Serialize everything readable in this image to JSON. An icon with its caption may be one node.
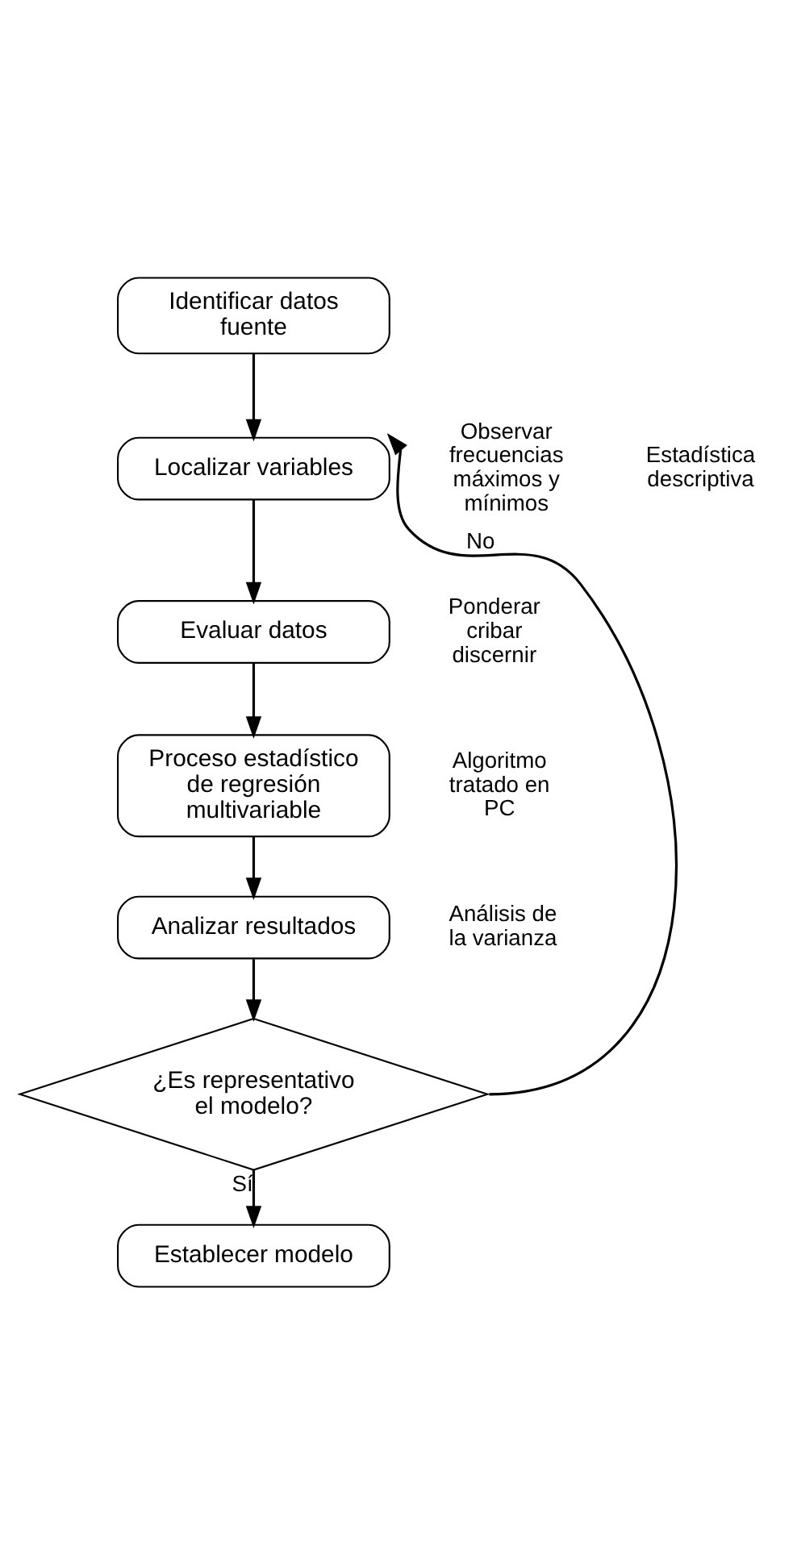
{
  "diagram": {
    "nodes": [
      {
        "text": [
          "Identificar datos fuente"
        ]
      },
      {
        "text": [
          "Localizar variables"
        ],
        "beside": [
          "Observar frecuencias máximos y mínimos"
        ]
      },
      {
        "text": [
          "Evaluar datos"
        ],
        "beside": [
          "Ponderar cribar discernir"
        ]
      },
      {
        "text": [
          "Proceso estadístico de regresión multivariable"
        ],
        "beside": [
          "Algoritmo tratado en PC"
        ]
      },
      {
        "text": [
          "Analizar resultados"
        ],
        "beside": [
          "Análisis de la varianza"
        ]
      },
      {
        "text": [
          "¿Es representativo el modelo?"
        ]
      },
      {
        "text": [
          "Establecer modelo"
        ]
      }
    ],
    "edges": [
      {
        "from": 0,
        "to": 1,
        "arrow": "to"
      },
      {
        "from": 1,
        "to": 2,
        "arrow": "to"
      },
      {
        "from": 2,
        "to": 3,
        "arrow": "to"
      },
      {
        "from": 3,
        "to": 4,
        "arrow": "to"
      },
      {
        "from": 4,
        "to": 5,
        "arrow": "to"
      },
      {
        "from": 5,
        "to": 6,
        "arrow": "to",
        "label": "Sí"
      },
      {
        "from": 5,
        "to": 1,
        "arrow": "to",
        "label": "No"
      }
    ],
    "labels": [
      "Estadística descriptiva"
    ]
  }
}
